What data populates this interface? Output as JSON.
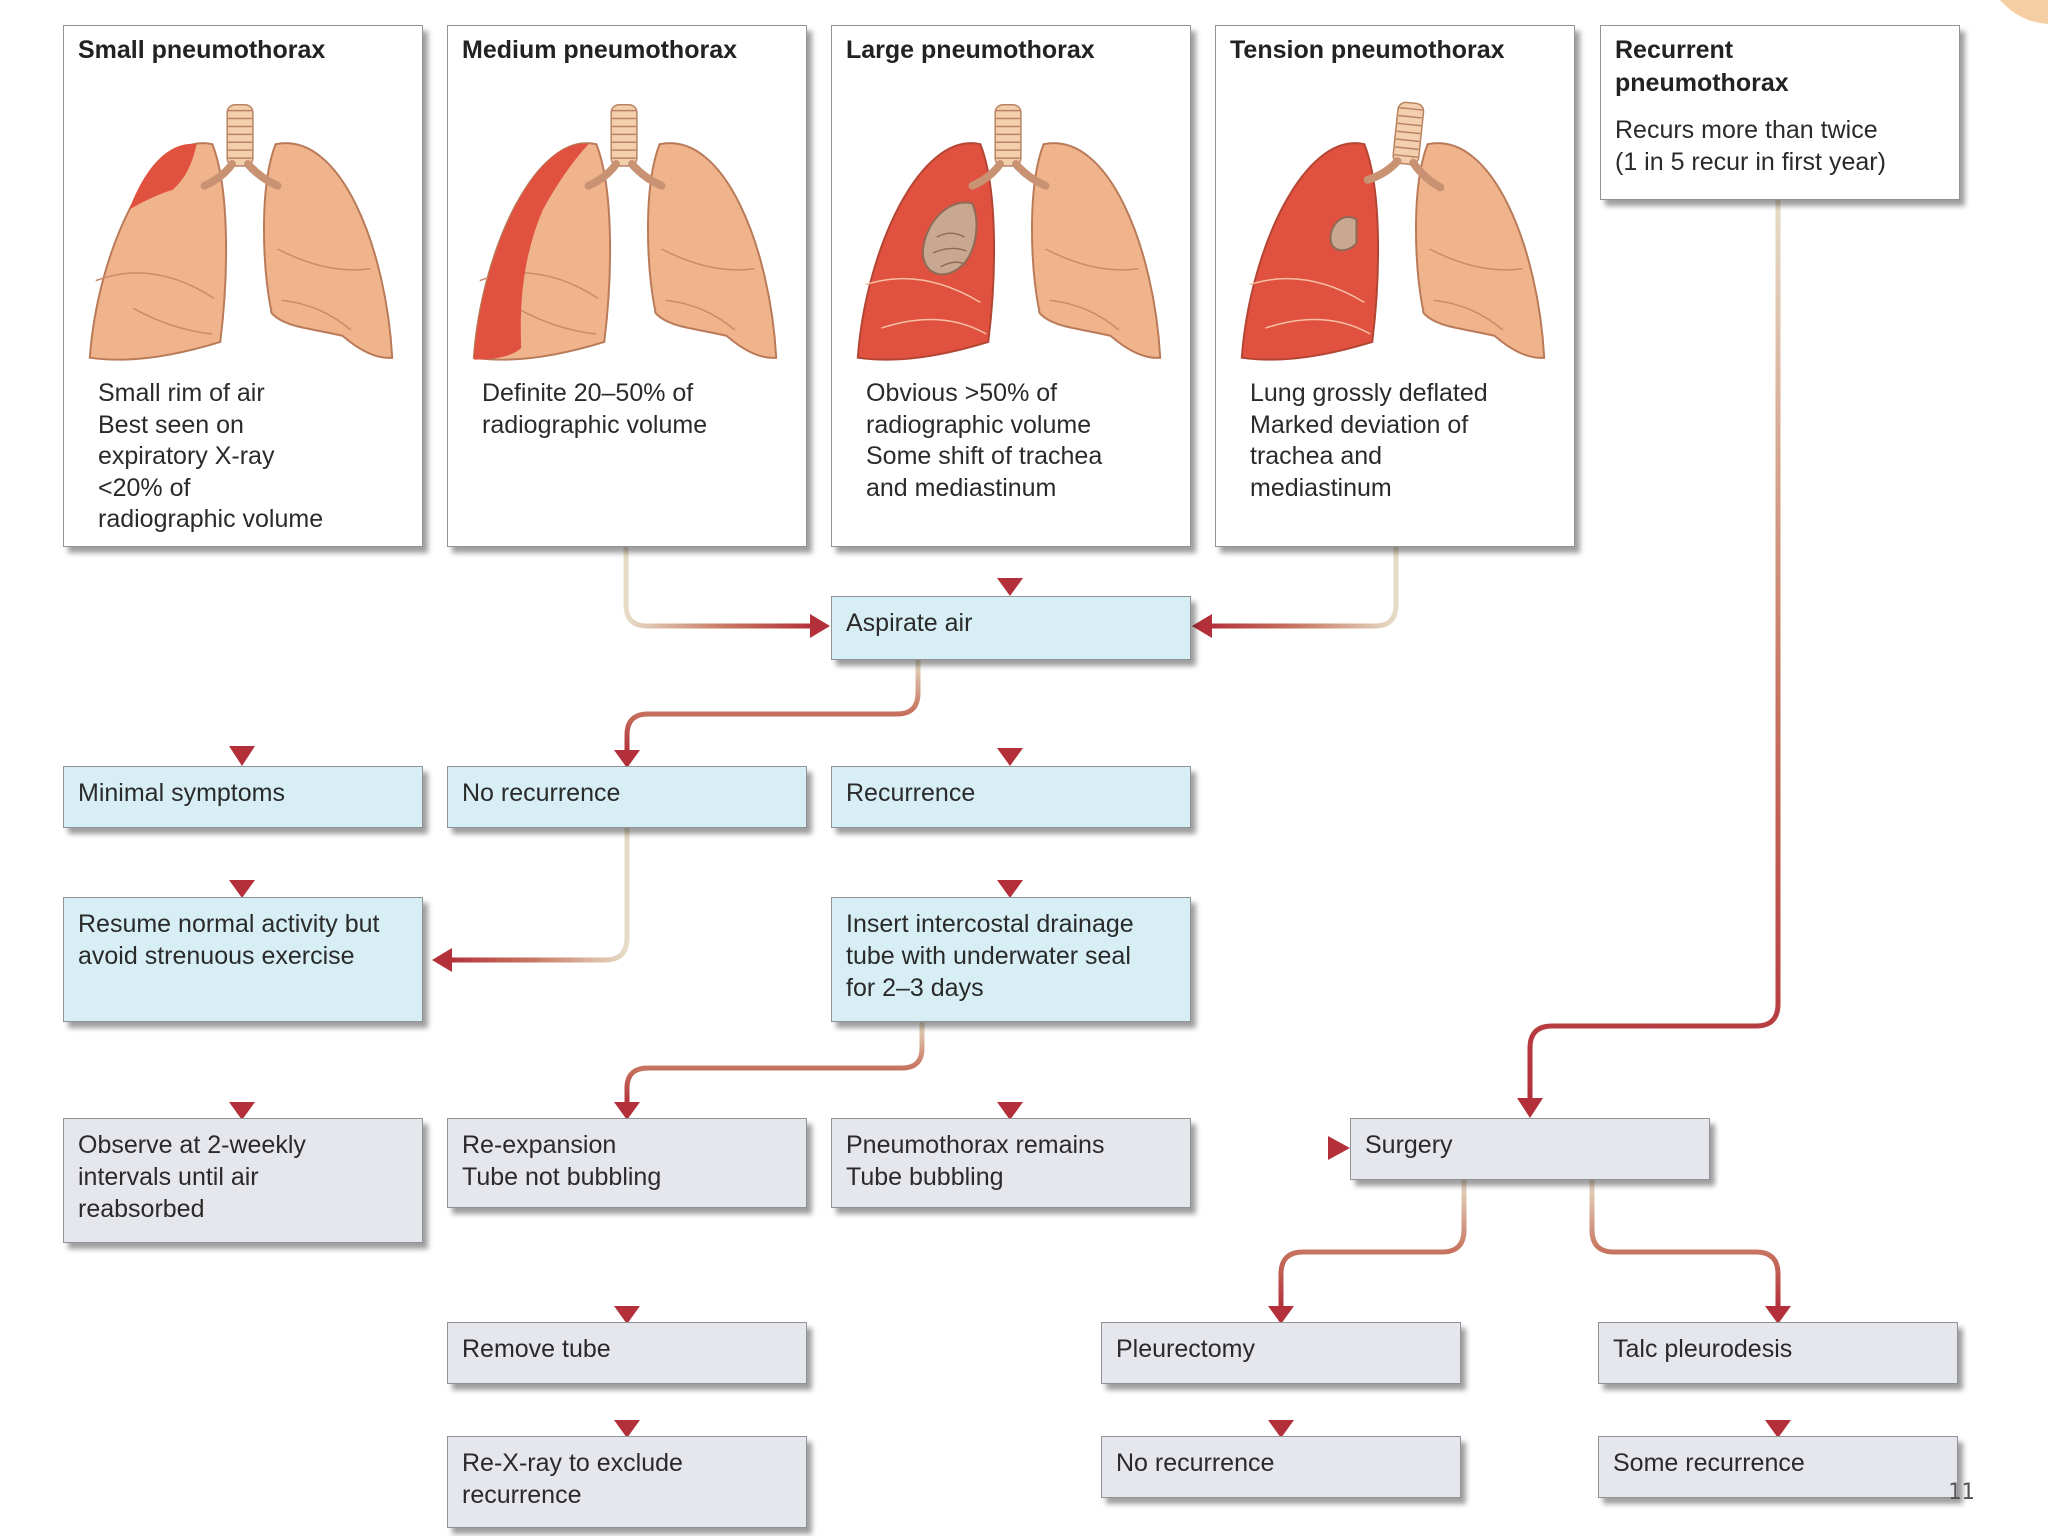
{
  "top_row": [
    {
      "title": "Small pneumothorax",
      "desc": [
        "Small rim of air",
        "Best seen on",
        "expiratory X-ray",
        "<20% of",
        "radiographic volume"
      ]
    },
    {
      "title": "Medium pneumothorax",
      "desc": [
        "Definite 20–50% of",
        "radiographic volume"
      ]
    },
    {
      "title": "Large pneumothorax",
      "desc": [
        "Obvious >50% of",
        "radiographic volume",
        "Some shift of trachea",
        "and mediastinum"
      ]
    },
    {
      "title": "Tension pneumothorax",
      "desc": [
        "Lung grossly deflated",
        "Marked deviation of",
        "trachea and",
        "mediastinum"
      ]
    }
  ],
  "recurrent": {
    "title": [
      "Recurrent",
      "pneumothorax"
    ],
    "desc": [
      "Recurs more than twice",
      "(1 in 5 recur in first year)"
    ]
  },
  "nodes": {
    "aspirate": [
      "Aspirate air"
    ],
    "minimal_symptoms": [
      "Minimal symptoms"
    ],
    "no_recurrence_1": [
      "No recurrence"
    ],
    "recurrence": [
      "Recurrence"
    ],
    "resume": [
      "Resume normal activity but",
      "avoid strenuous exercise"
    ],
    "insert_tube": [
      "Insert intercostal drainage",
      "tube with underwater seal",
      "for 2–3 days"
    ],
    "observe": [
      "Observe at 2-weekly",
      "intervals until air",
      "reabsorbed"
    ],
    "reexpansion": [
      "Re-expansion",
      "Tube not bubbling"
    ],
    "remains": [
      "Pneumothorax remains",
      "Tube bubbling"
    ],
    "surgery": [
      "Surgery"
    ],
    "remove_tube": [
      "Remove tube"
    ],
    "pleurectomy": [
      "Pleurectomy"
    ],
    "talc": [
      "Talc pleurodesis"
    ],
    "rexray": [
      "Re-X-ray to exclude",
      "recurrence"
    ],
    "no_recurrence_2": [
      "No recurrence"
    ],
    "some_recurrence": [
      "Some recurrence"
    ]
  },
  "page_number": "11",
  "colors": {
    "collapsed_lung": "#e0513f",
    "lung_tissue": "#f0b48c",
    "blue_box": "#d7eef5",
    "grey_box": "#e6e7ed",
    "arrow": "#b8343d"
  }
}
